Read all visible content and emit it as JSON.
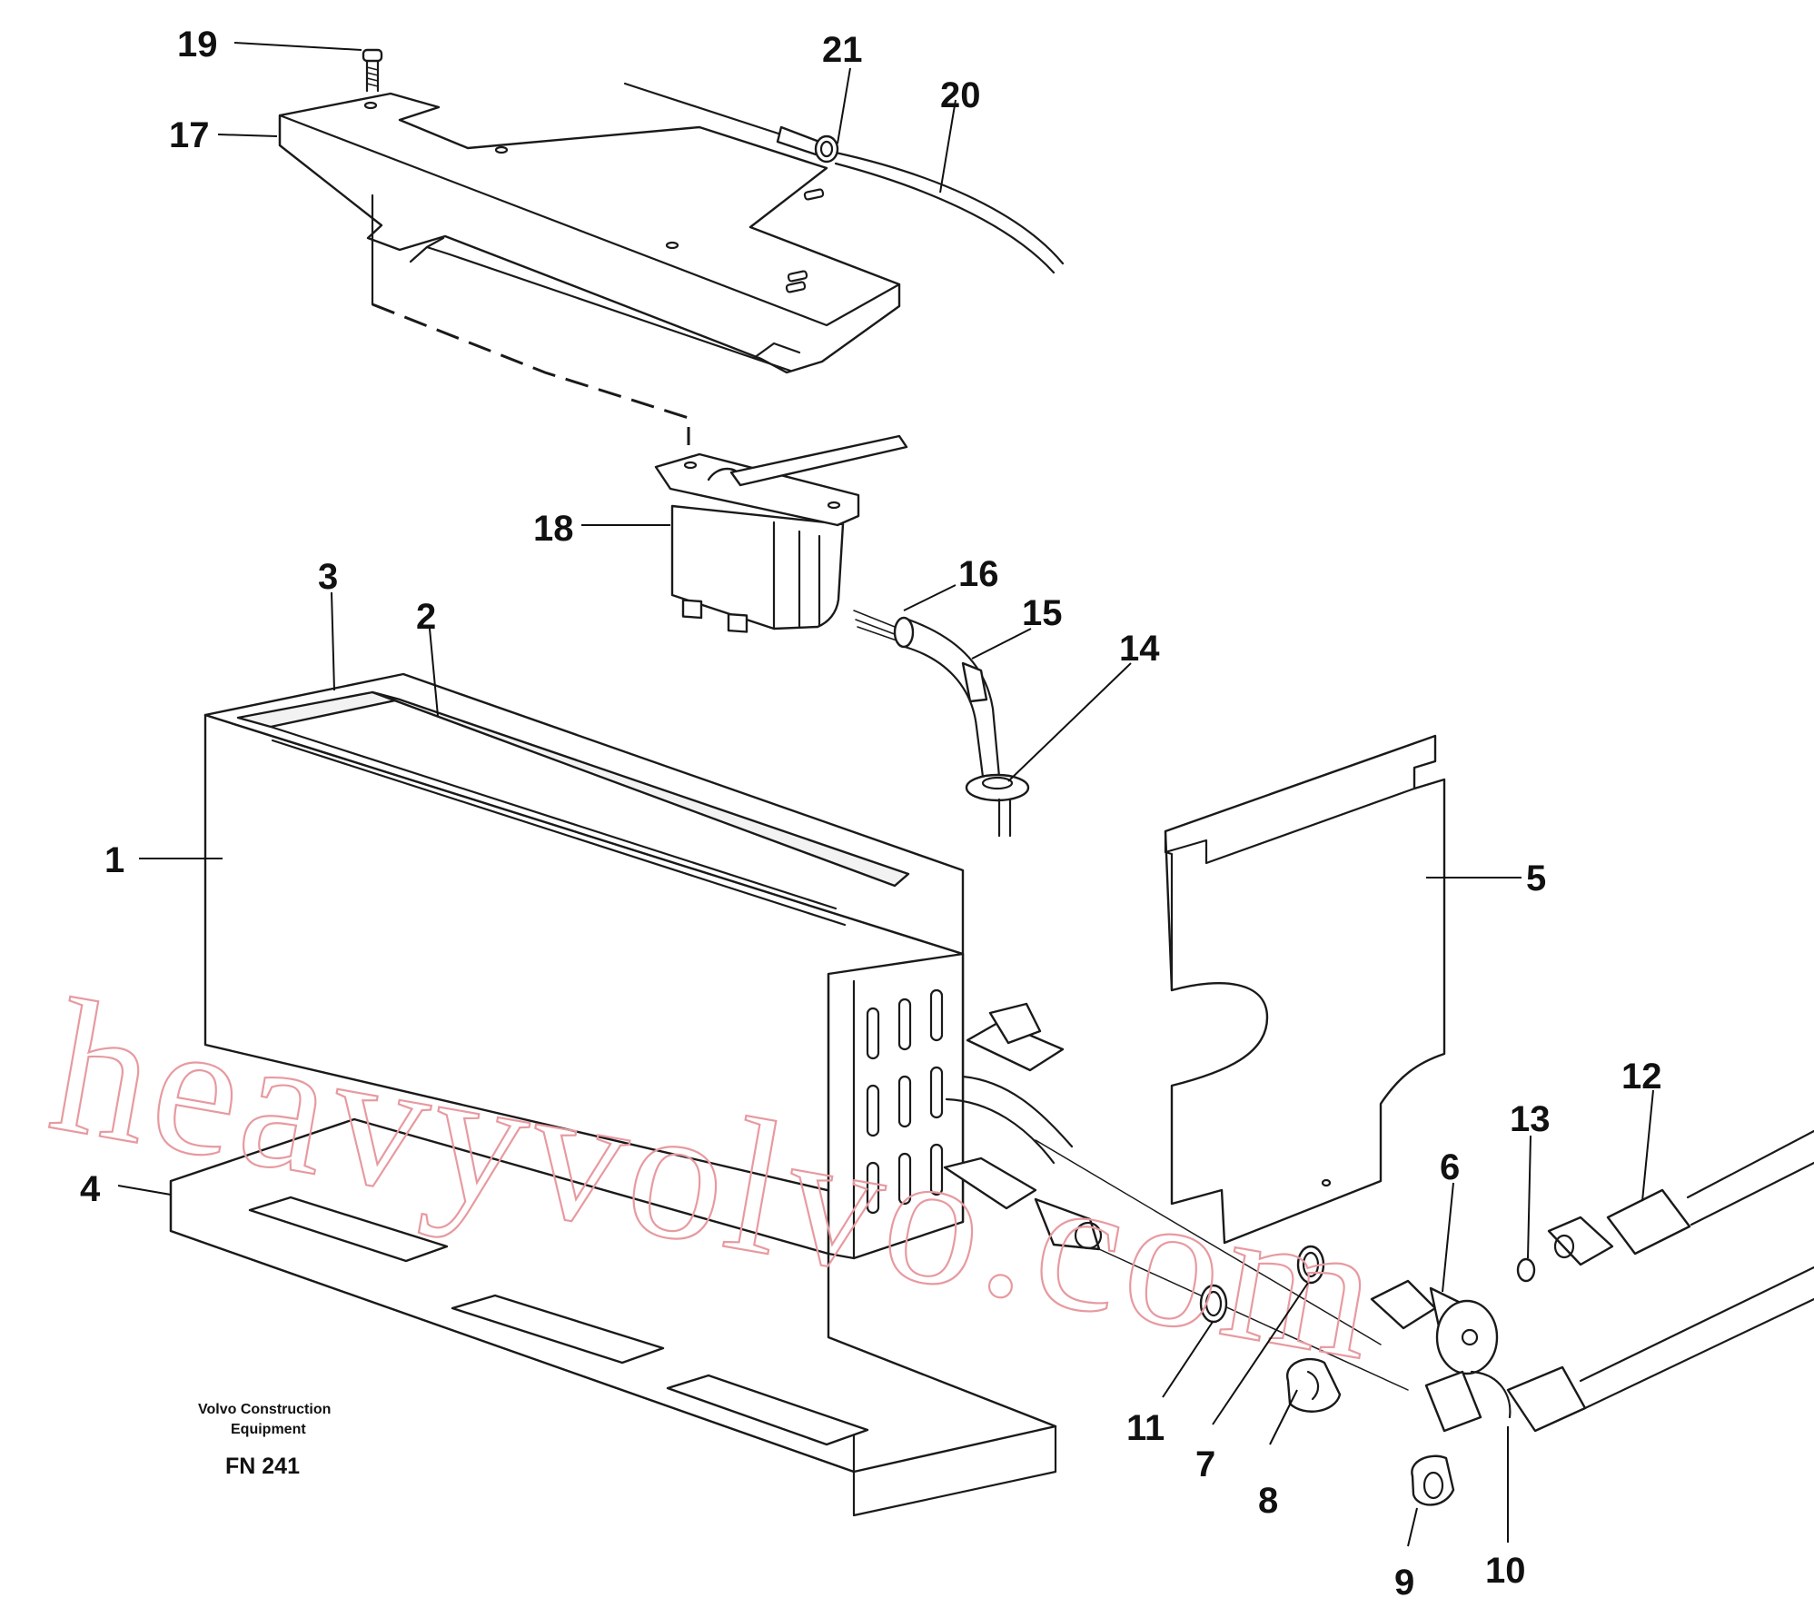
{
  "labels": [
    {
      "id": "1",
      "text": "1"
    },
    {
      "id": "2",
      "text": "2"
    },
    {
      "id": "3",
      "text": "3"
    },
    {
      "id": "4",
      "text": "4"
    },
    {
      "id": "5",
      "text": "5"
    },
    {
      "id": "6",
      "text": "6"
    },
    {
      "id": "7",
      "text": "7"
    },
    {
      "id": "8",
      "text": "8"
    },
    {
      "id": "9",
      "text": "9"
    },
    {
      "id": "10",
      "text": "10"
    },
    {
      "id": "11",
      "text": "11"
    },
    {
      "id": "12",
      "text": "12"
    },
    {
      "id": "13",
      "text": "13"
    },
    {
      "id": "14",
      "text": "14"
    },
    {
      "id": "15",
      "text": "15"
    },
    {
      "id": "16",
      "text": "16"
    },
    {
      "id": "17",
      "text": "17"
    },
    {
      "id": "18",
      "text": "18"
    },
    {
      "id": "19",
      "text": "19"
    },
    {
      "id": "20",
      "text": "20"
    },
    {
      "id": "21",
      "text": "21"
    }
  ],
  "caption": {
    "line1": "Volvo Construction",
    "line2": "Equipment",
    "figure": "FN 241"
  },
  "watermark": "heavyvolvo.com",
  "colors": {
    "ink": "#1a1a1a",
    "watermark": "#e79aa0",
    "background": "#ffffff"
  }
}
